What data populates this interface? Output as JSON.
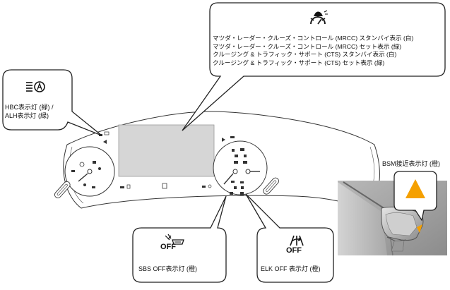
{
  "callouts": {
    "mrcc": {
      "icon": "radar-cruise-icon",
      "lines": [
        "マツダ・レーダー・クルーズ・コントロール (MRCC) スタンバイ表示 (白)",
        "マツダ・レーダー・クルーズ・コントロール (MRCC) セット表示 (緑)",
        "クルージング & トラフィック・サポート (CTS) スタンバイ表示 (白)",
        "クルージング &  トラフィック・サポート (CTS) セット表示 (緑)"
      ]
    },
    "hbc": {
      "icon": "headlight-auto-icon",
      "line1": "HBC表示灯 (緑) /",
      "line2": "ALH表示灯 (緑)"
    },
    "sbs": {
      "icon": "sbs-off-icon",
      "icon_text": "OFF",
      "label": "SBS OFF表示灯 (橙)"
    },
    "elk": {
      "icon": "elk-off-icon",
      "icon_text": "OFF",
      "label": "ELK  OFF 表示灯 (橙)"
    }
  },
  "bsm": {
    "label": "BSM接近表示灯 (橙)",
    "indicator_color": "#f5a000",
    "icon": "warning-triangle-icon"
  },
  "cluster": {
    "display_color": "#d6d6d6",
    "left_gauge_icons": [
      "fuel-icon",
      "temperature-icon",
      "parking-brake-icon",
      "seatbelt-icon",
      "abs-icon",
      "light-icon"
    ],
    "right_gauge_icons": [
      "engine-icon",
      "oil-icon",
      "battery-icon",
      "door-icon",
      "tpms-icon",
      "airbag-icon"
    ]
  }
}
